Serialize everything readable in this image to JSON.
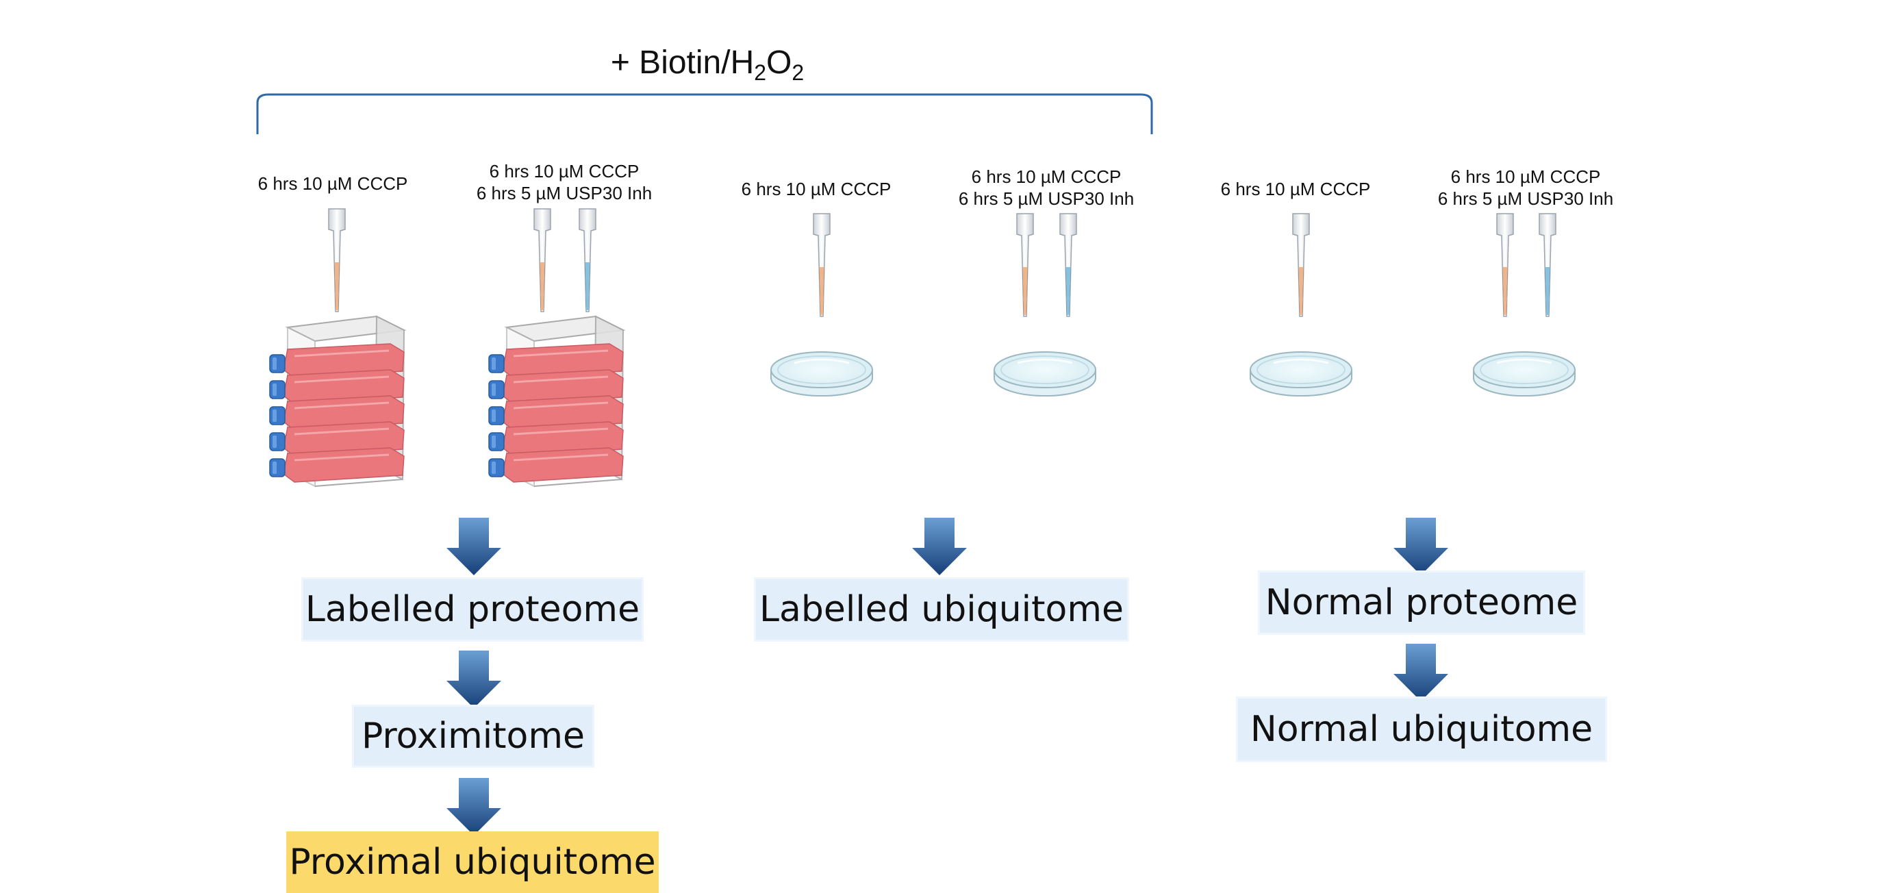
{
  "header": {
    "prefix": "+ Biotin/H",
    "sub1": "2",
    "mid": "O",
    "sub2": "2"
  },
  "conditions": {
    "single": "6 hrs 10 µM CCCP",
    "double_line1": "6 hrs 10 µM CCCP",
    "double_line2": "6 hrs 5 µM USP30 Inh"
  },
  "outputs": {
    "labelled_proteome": "Labelled proteome",
    "proximitome": "Proximitome",
    "proximal_ubiquitome": "Proximal ubiquitome",
    "labelled_ubiquitome": "Labelled ubiquitome",
    "normal_proteome": "Normal proteome",
    "normal_ubiquitome": "Normal ubiquitome"
  },
  "colors": {
    "bracket": "#2e6aa6",
    "arrow_top": "#6b9fd3",
    "arrow_bottom": "#173f78",
    "flask_red": "#e9777b",
    "cap_blue": "#3a78c9",
    "tip_orange": "#f0b48a",
    "tip_blue": "#86c2e0",
    "box_blue": "#e2eef9",
    "box_yellow": "#fbd96a"
  },
  "icons": [
    "flask-stack-icon",
    "petri-dish-icon",
    "pipette-tip-icon",
    "down-arrow-icon",
    "bracket-icon"
  ]
}
